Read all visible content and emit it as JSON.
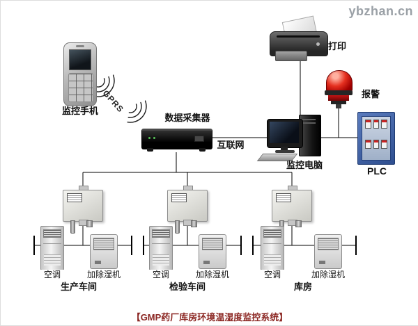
{
  "watermark": "ybzhan.cn",
  "caption": "【GMP药厂库房环境温湿度监控系统】",
  "nodes": {
    "phone_label": "监控手机",
    "gprs_label": "GPRS",
    "collector_label": "数据采集器",
    "internet_label": "互联网",
    "printer_label": "打印",
    "alarm_label": "报警",
    "computer_label": "监控电脑",
    "plc_label": "PLC"
  },
  "groups": [
    {
      "name": "生产车间",
      "ac_label": "空调",
      "dehumidifier_label": "加除湿机"
    },
    {
      "name": "检验车间",
      "ac_label": "空调",
      "dehumidifier_label": "加除湿机"
    },
    {
      "name": "库房",
      "ac_label": "空调",
      "dehumidifier_label": "加除湿机"
    }
  ]
}
